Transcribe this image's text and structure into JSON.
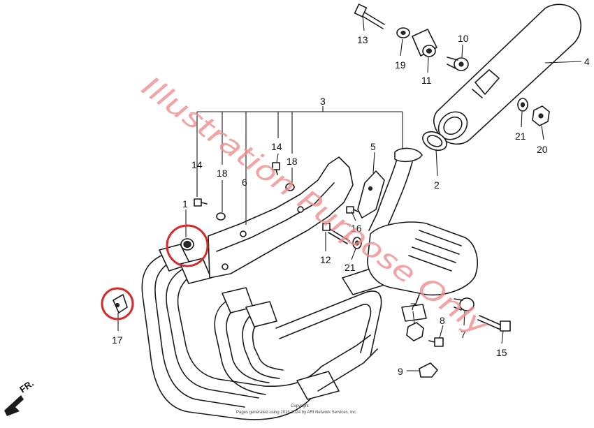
{
  "diagram": {
    "direction_marker": "FR.",
    "copyright_lines": [
      "Copyright",
      "Pages generated using 2013-2024 by ARI Network Services, Inc."
    ],
    "watermark": "Illustration Purpose Only",
    "colors": {
      "line": "#1a1a1a",
      "highlight": "#d42a2a",
      "watermark": "#ef8d8d"
    },
    "callouts": [
      "1",
      "2",
      "3",
      "4",
      "5",
      "6",
      "7",
      "7",
      "8",
      "9",
      "10",
      "11",
      "12",
      "13",
      "14",
      "14",
      "15",
      "16",
      "17",
      "18",
      "18",
      "19",
      "20",
      "21",
      "21"
    ],
    "highlighted_parts": [
      "1",
      "17"
    ]
  }
}
